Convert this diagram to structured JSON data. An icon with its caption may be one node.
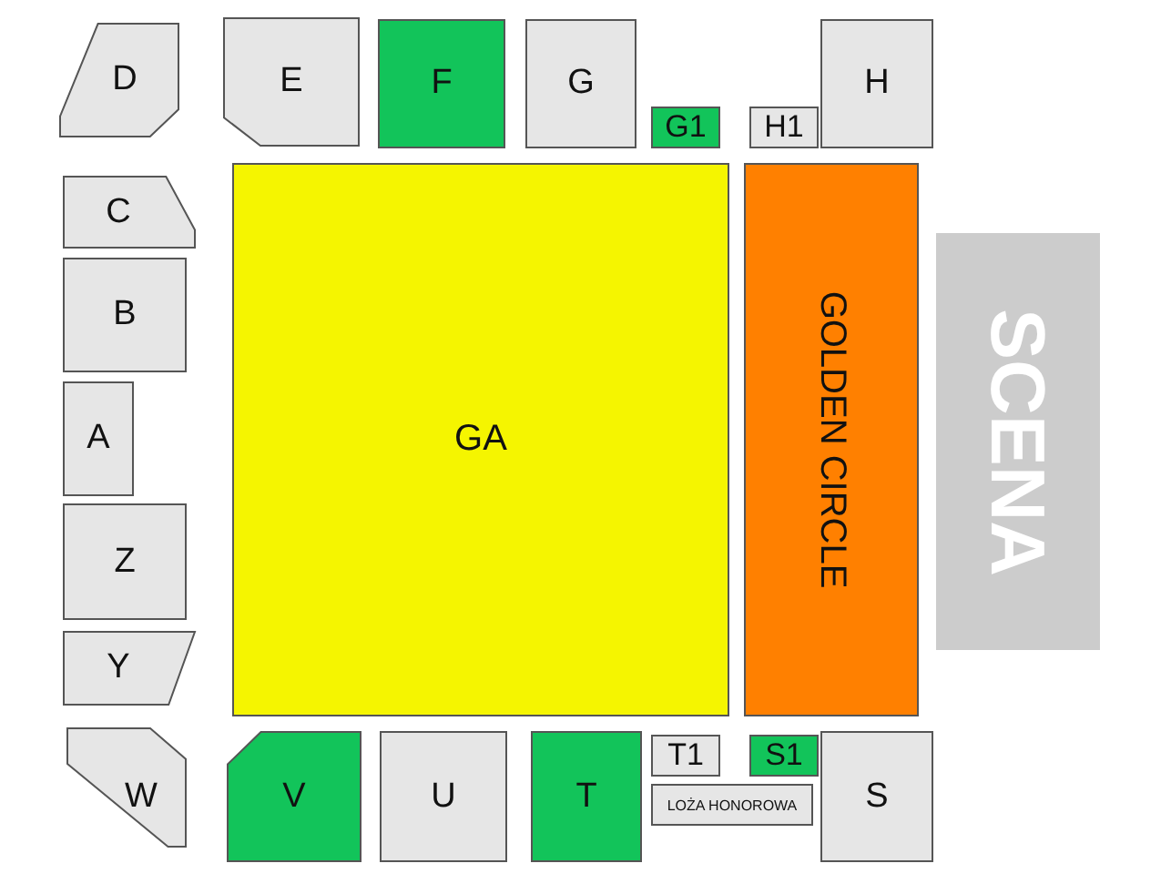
{
  "diagram": {
    "nodes": [
      {
        "text": [
          "D"
        ]
      },
      {
        "text": [
          "E"
        ]
      },
      {
        "text": [
          "F"
        ]
      },
      {
        "text": [
          "G"
        ]
      },
      {
        "text": [
          "G1"
        ]
      },
      {
        "text": [
          "H1"
        ]
      },
      {
        "text": [
          "H"
        ]
      },
      {
        "text": [
          "C"
        ]
      },
      {
        "text": [
          "GA"
        ]
      },
      {
        "text": [
          "GOLDEN CIRCLE"
        ]
      },
      {
        "text": [
          "SCENA"
        ]
      },
      {
        "text": [
          "B"
        ]
      },
      {
        "text": [
          "A"
        ]
      },
      {
        "text": [
          "Z"
        ]
      },
      {
        "text": [
          "Y"
        ]
      },
      {
        "text": [
          "W"
        ]
      },
      {
        "text": [
          "V"
        ]
      },
      {
        "text": [
          "U"
        ]
      },
      {
        "text": [
          "T"
        ]
      },
      {
        "text": [
          "T1"
        ]
      },
      {
        "text": [
          "S1"
        ]
      },
      {
        "text": [
          "LOŻA HONOROWA"
        ]
      },
      {
        "text": [
          "S"
        ]
      }
    ]
  }
}
